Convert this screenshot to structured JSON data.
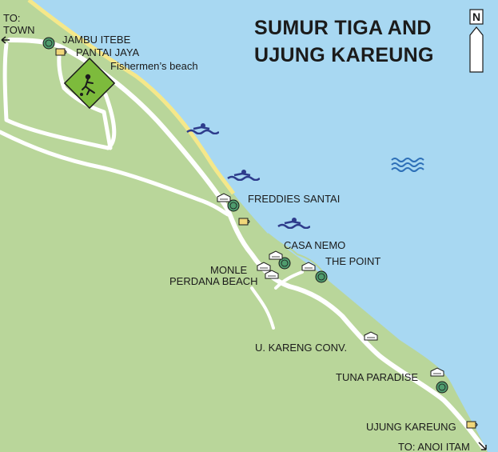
{
  "title": {
    "line1": "SUMUR TIGA AND",
    "line2": "UJUNG KAREUNG"
  },
  "north_arrow": {
    "letter": "N"
  },
  "directions": {
    "to_town_line1": "TO:",
    "to_town_line2": "TOWN",
    "to_anoi_itam": "TO: ANOI ITAM"
  },
  "places": {
    "jambu_itebe": "JAMBU ITEBE",
    "pantai_jaya": "PANTAI JAYA",
    "fishermens_beach": "Fishermen’s beach",
    "freddies_santai": "FREDDIES SANTAI",
    "casa_nemo": "CASA NEMO",
    "the_point": "THE POINT",
    "monle": "MONLE",
    "perdana_beach": "PERDANA BEACH",
    "u_kareng_conv": "U. KARENG CONV.",
    "tuna_paradise": "TUNA PARADISE",
    "ujung_kareung": "UJUNG KAREUNG"
  },
  "icons": [
    "restaurant-icon",
    "cafe-icon",
    "football-field-icon",
    "swimming-icon",
    "waves-icon",
    "bungalow-icon",
    "north-arrow-icon"
  ],
  "colors": {
    "sea": "#a8d8f2",
    "land": "#b9d69a",
    "beach": "#f5e88a",
    "road": "#ffffff",
    "field": "#7dbb3c",
    "icon_blue": "#2e3c8c",
    "restaurant_green": "#4f9c6e",
    "cafe_yellow": "#f0d77a"
  }
}
